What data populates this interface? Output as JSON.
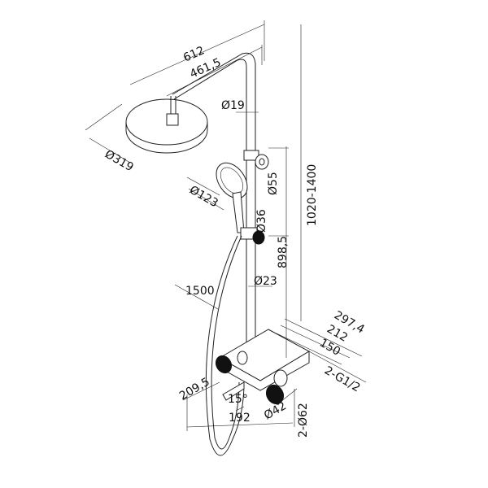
{
  "title": "Shower system dimension drawing",
  "dimensions": {
    "arm_total": "612",
    "arm_length": "461,5",
    "arm_diameter": "Ø19",
    "head_diameter": "Ø319",
    "hand_shower_diameter": "Ø123",
    "holder_diameter": "Ø55",
    "slider_diameter": "Ø36",
    "height_range": "1020-1400",
    "riser_height": "898,5",
    "riser_diameter": "Ø23",
    "hose_length": "1500",
    "depth_total": "297,4",
    "depth_mid": "212",
    "depth_short": "150",
    "connection": "2-G1/2",
    "spout_length": "209,5",
    "spout_angle": "15°",
    "spout_offset": "192",
    "knob_diameter": "Ø42",
    "escutcheon_diameter": "2-Ø62"
  },
  "colors": {
    "line": "#222222",
    "knob": "#111111"
  }
}
